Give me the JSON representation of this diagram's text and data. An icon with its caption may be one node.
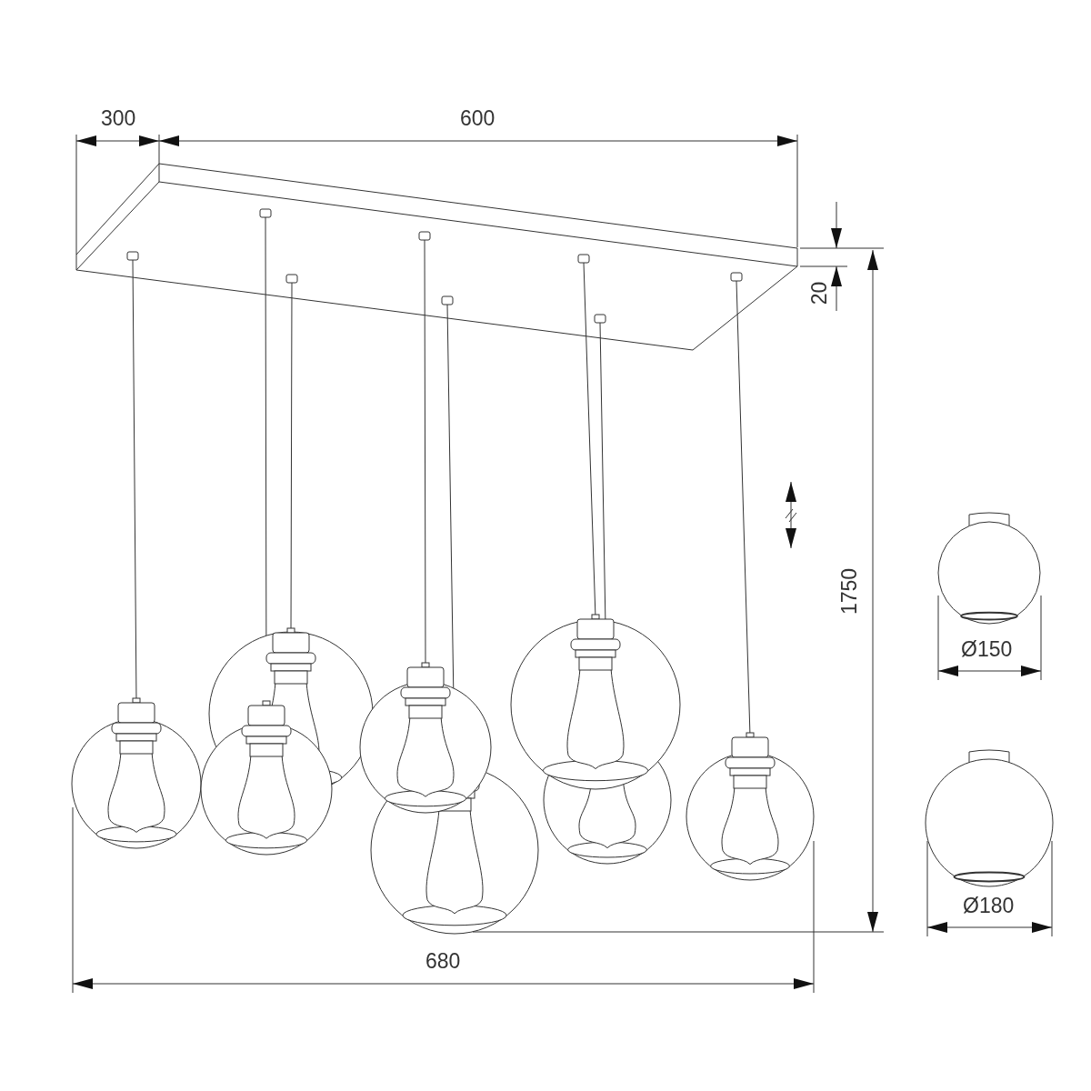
{
  "diagram": {
    "labels": [
      "300",
      "600",
      "20",
      "1750",
      "Ø150",
      "Ø180",
      "680"
    ]
  }
}
